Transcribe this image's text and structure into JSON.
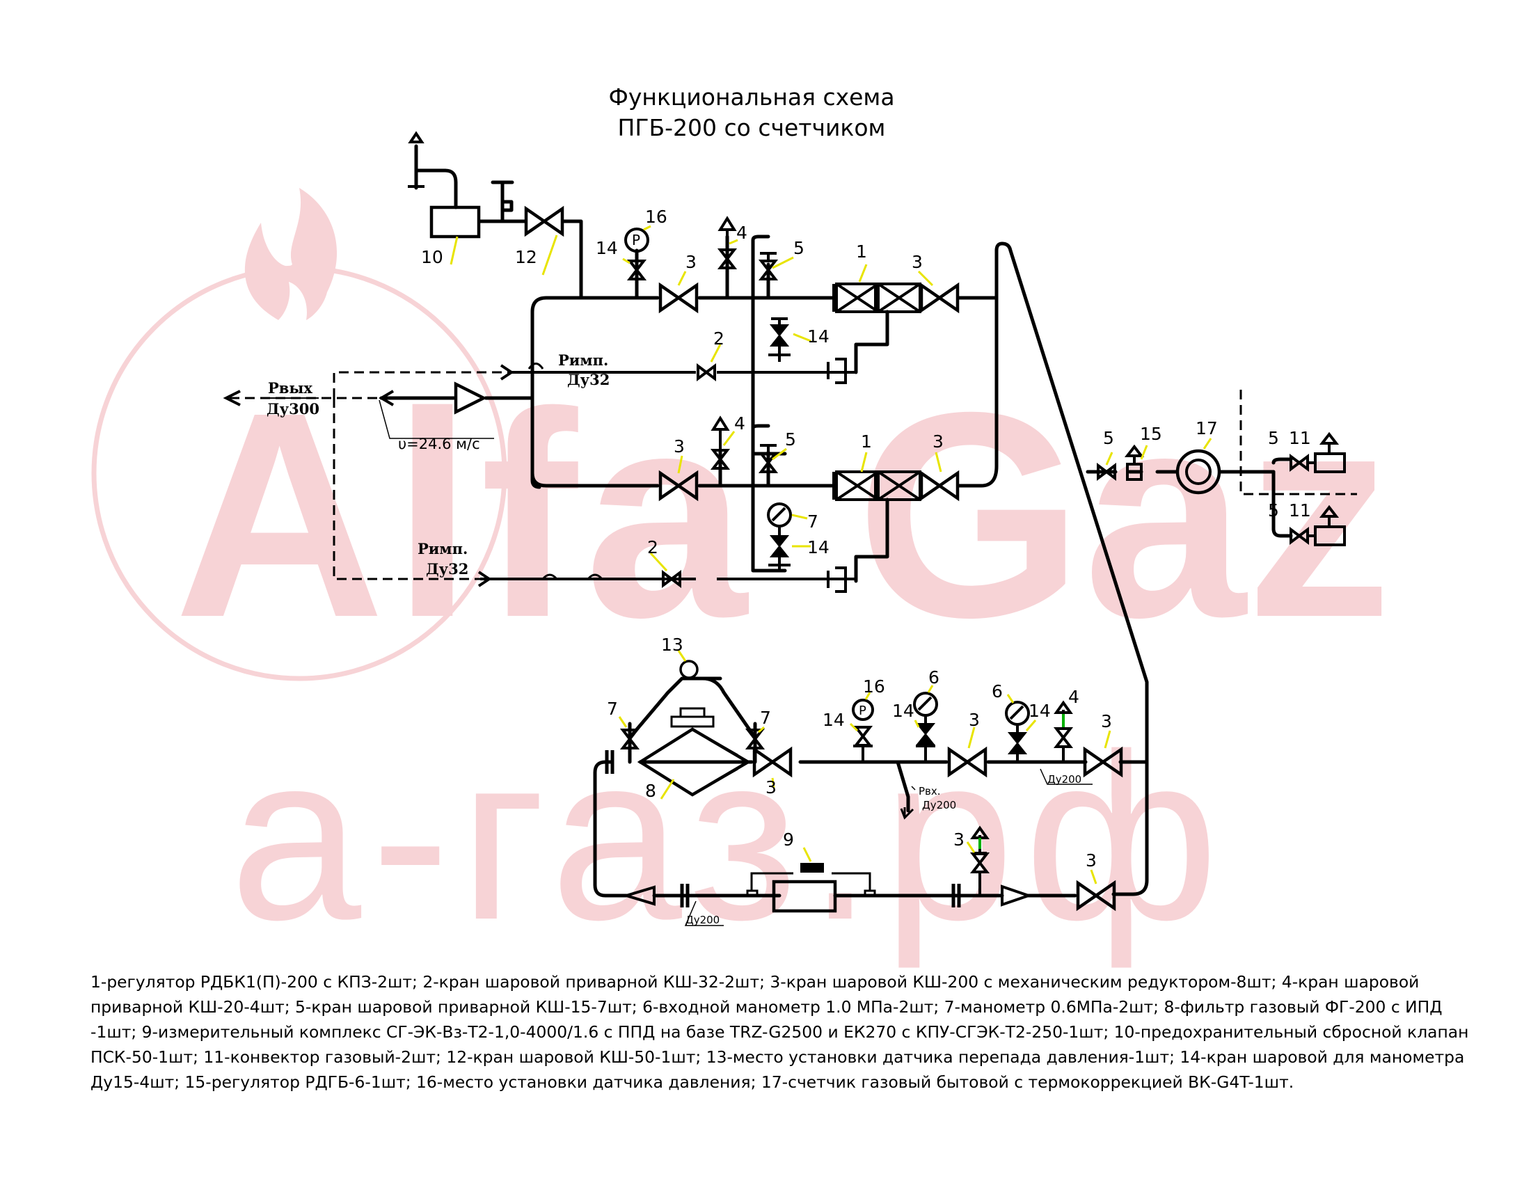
{
  "title": {
    "line1": "Функциональная схема",
    "line2": "ПГБ-200 со счетчиком"
  },
  "watermark": {
    "brand": "Alfa Gaz",
    "domain": "а-газ.рф",
    "color": "#f7d3d6"
  },
  "labels": {
    "p_out": "Рвых",
    "du300": "Ду300",
    "velocity": "υ=24.6 м/с",
    "p_imp": "Римп.",
    "du32": "Ду32",
    "p_in": "Рвх.",
    "du200": "Ду200"
  },
  "legend": "1-регулятор РДБК1(П)-200 с КПЗ-2шт; 2-кран шаровой приварной КШ-32-2шт; 3-кран шаровой КШ-200 с механическим редуктором-8шт; 4-кран шаровой приварной КШ-20-4шт; 5-кран шаровой приварной КШ-15-7шт; 6-входной манометр 1.0 МПа-2шт; 7-манометр 0.6МПа-2шт; 8-фильтр газовый ФГ-200 с ИПД -1шт; 9-измерительный комплекс СГ-ЭК-Вз-Т2-1,0-4000/1.6 с ППД на базе TRZ-G2500 и ЕК270 с КПУ-СГЭК-Т2-250-1шт; 10-предохранительный сбросной клапан ПСК-50-1шт; 11-конвектор газовый-2шт; 12-кран шаровой КШ-50-1шт; 13-место установки датчика перепада давления-1шт; 14-кран шаровой для манометра Ду15-4шт; 15-регулятор РДГБ-6-1шт; 16-место установки датчика давления; 17-счетчик газовый бытовой с термокоррекцией ВК-G4T-1шт.",
  "callouts": {
    "n1": "1",
    "n2": "2",
    "n3": "3",
    "n4": "4",
    "n5": "5",
    "n6": "6",
    "n7": "7",
    "n8": "8",
    "n9": "9",
    "n10": "10",
    "n11": "11",
    "n12": "12",
    "n13": "13",
    "n14": "14",
    "n15": "15",
    "n16": "16",
    "n17": "17"
  },
  "gauge_letter": "P",
  "colors": {
    "line": "#000000",
    "leader": "#e8e400",
    "vent_green": "#00b000"
  }
}
